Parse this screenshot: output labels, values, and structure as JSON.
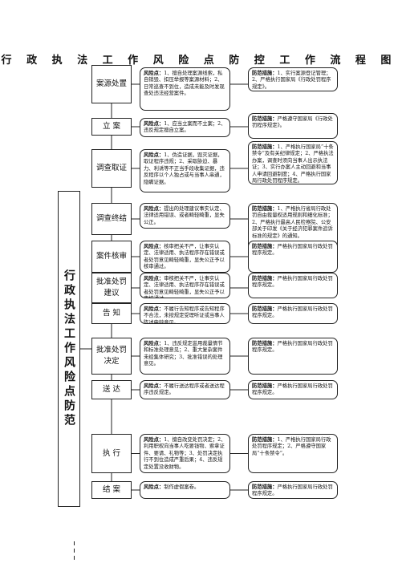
{
  "title": "行 政 执 法 工 作 风 险 点 防 控 工 作 流 程 图",
  "left_label": "行政执法工作风险点防范",
  "risk_label": "风险点：",
  "measure_label": "防范措施：",
  "steps": [
    {
      "name": "案源处置",
      "risk": "1、擅自处理案源线索，私自销毁、扣压举报等案源材料；2、日常巡查不到位，造成未能及时发现查处违法经营案件。",
      "measure": "1、实行案源登记管理；2、严格执行国家局《行政处罚程序规定》。"
    },
    {
      "name": "立 案",
      "risk": "1、应当立案而不立案；2、违反规定擅自立案。",
      "measure": "严格遵守国家局《行政处罚程序规定》。"
    },
    {
      "name": "调查取证",
      "risk": "1、伪造证据，毁灭证据，取证程序违规；2、采取胁迫、暴力、利诱等不正当手段收集证据，违反程序以个人独占或与当事人串通，隐瞒证据。",
      "measure": "1、严格执行国家局“十条禁令”及有关纪律规定；2、严格执法办案，调查时须向当事人出示执法证；3、实行办案人主动回避和当事人申请回避制度；4、严格执行国家局行政处罚程序规定。"
    },
    {
      "name": "调查终结",
      "risk": "提出的处理建议事实认定、法律适用错误、或者畸轻畸重，显失公正。",
      "measure": "1、严格执行省局行政处罚自由裁量权适用规则和细化标准；2、严格执行最高人民检察院、公安部关于印发《关于经济犯罪案件追诉标准的规定》的通知。"
    },
    {
      "name": "案件核审",
      "risk": "核审把关不严，让事实认定、法律适用、执法程序存在错误或者处罚意见畸轻畸重，显失公正予以核审通过。",
      "measure": "严格执行国家局行政处罚程序规定。"
    },
    {
      "name": "批准处罚建议",
      "risk": "审核把关不严，让事实认定、法律适用、执法程序存在错误或者处罚意见畸轻畸重，显失公正予以审核通过。",
      "measure": "严格执行国家局行政处罚程序规定。"
    },
    {
      "name": "告 知",
      "risk": "不履行告知程序或告知程序不合法，未按规定受理听证或当事人陈述申辩意见。",
      "measure": "严格执行国家局行政处罚程序规定。"
    },
    {
      "name": "批准处罚决定",
      "risk": "1、违反规定滥用裁量情节和标准处理意见；2、重大复杂案件未经集体研究；3、批准错误的处理意见。",
      "measure": "严格执行国家局行政处罚程序规定。"
    },
    {
      "name": "送 达",
      "risk": "不履行送达程序或者送达程序违反规定。",
      "measure": "严格执行国家局行政处罚程序规定。"
    },
    {
      "name": "执 行",
      "risk": "1、擅自改变处罚决定；2、利用职权向当事人吃要钱物、索拿证件、要请、礼物等；3、处罚决定执行不到位造成严重后果；4、违反规定处置没收财物。",
      "measure": "1、严格执行国家局行政处罚程序规定；2、严格遵守国家局“十条禁令”。"
    },
    {
      "name": "结 案",
      "risk": "制作虚假案卷。",
      "measure": "严格执行国家局行政处罚程序规定。"
    }
  ]
}
